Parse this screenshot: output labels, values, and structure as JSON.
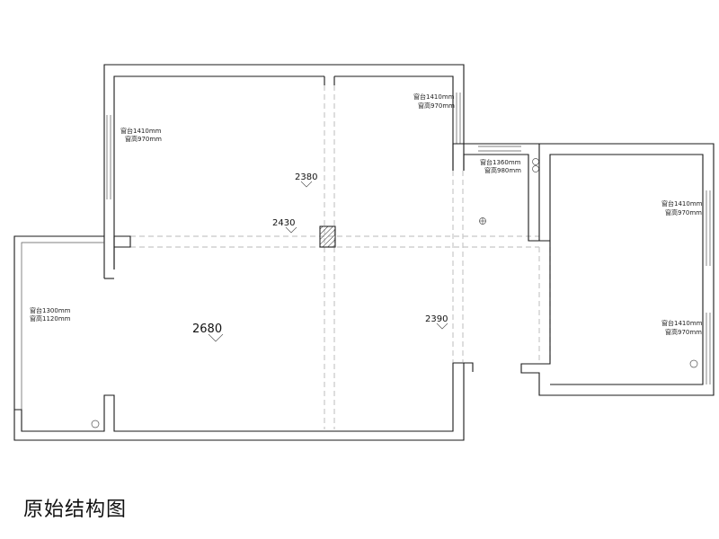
{
  "title": "原始结构图",
  "heights": {
    "top_left": "2380",
    "beam": "2430",
    "main": "2680",
    "right_mid": "2390"
  },
  "window_notes": {
    "w1": {
      "sill": "窗台1410mm",
      "height": "窗高970mm"
    },
    "w2": {
      "sill": "窗台1410mm",
      "height": "窗高970mm"
    },
    "w3": {
      "sill": "窗台1360mm",
      "height": "窗高980mm"
    },
    "w4": {
      "sill": "窗台1410mm",
      "height": "窗高970mm"
    },
    "w5": {
      "sill": "窗台1300mm",
      "height": "窗高1120mm"
    },
    "w6": {
      "sill": "窗台1410mm",
      "height": "窗高970mm"
    }
  }
}
